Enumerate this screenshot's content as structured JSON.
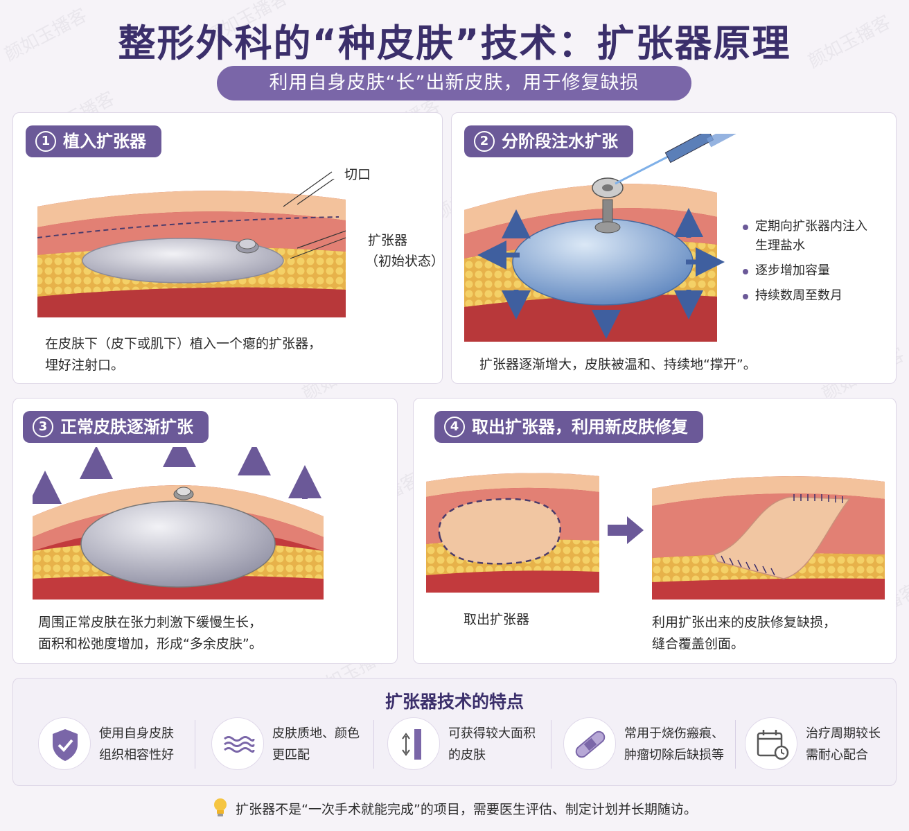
{
  "title": "整形外科的“种皮肤”技术：扩张器原理",
  "subtitle": "利用自身皮肤“长”出新皮肤，用于修复缺损",
  "steps": [
    {
      "num": "1",
      "title": "植入扩张器",
      "labels": {
        "incision": "切口",
        "expander": "扩张器",
        "expander_state": "（初始状态）"
      },
      "caption_lines": [
        "在皮肤下（皮下或肌下）植入一个瘪的扩张器，",
        "埋好注射口。"
      ]
    },
    {
      "num": "2",
      "title": "分阶段注水扩张",
      "bullets": [
        "定期向扩张器内注入\n生理盐水",
        "逐步增加容量",
        "持续数周至数月"
      ],
      "caption": "扩张器逐渐增大，皮肤被温和、持续地“撑开”。"
    },
    {
      "num": "3",
      "title": "正常皮肤逐渐扩张",
      "caption_lines": [
        "周围正常皮肤在张力刺激下缓慢生长，",
        "面积和松弛度增加，形成“多余皮肤”。"
      ]
    },
    {
      "num": "4",
      "title": "取出扩张器，利用新皮肤修复",
      "left_caption": "取出扩张器",
      "right_caption_lines": [
        "利用扩张出来的皮肤修复缺损，",
        "缝合覆盖创面。"
      ]
    }
  ],
  "features": {
    "title": "扩张器技术的特点",
    "items": [
      {
        "icon": "shield-check-icon",
        "text": "使用自身皮肤\n组织相容性好"
      },
      {
        "icon": "waves-icon",
        "text": "皮肤质地、颜色\n更匹配"
      },
      {
        "icon": "expand-arrows-icon",
        "text": "可获得较大面积\n的皮肤"
      },
      {
        "icon": "bandage-icon",
        "text": "常用于烧伤瘢痕、\n肿瘤切除后缺损等"
      },
      {
        "icon": "calendar-clock-icon",
        "text": "治疗周期较长\n需耐心配合"
      }
    ]
  },
  "tip": "扩张器不是“一次手术就能完成”的项目，需要医生评估、制定计划并长期随访。",
  "watermark": "颜如玉播客",
  "colors": {
    "accent": "#6b5998",
    "title": "#3b2f6b",
    "skin": "#f0b98f",
    "dermis": "#d9706a",
    "fat": "#f2c94c",
    "expander_gray": "#b8b8c8",
    "expander_blue": "#7fa3cf"
  }
}
